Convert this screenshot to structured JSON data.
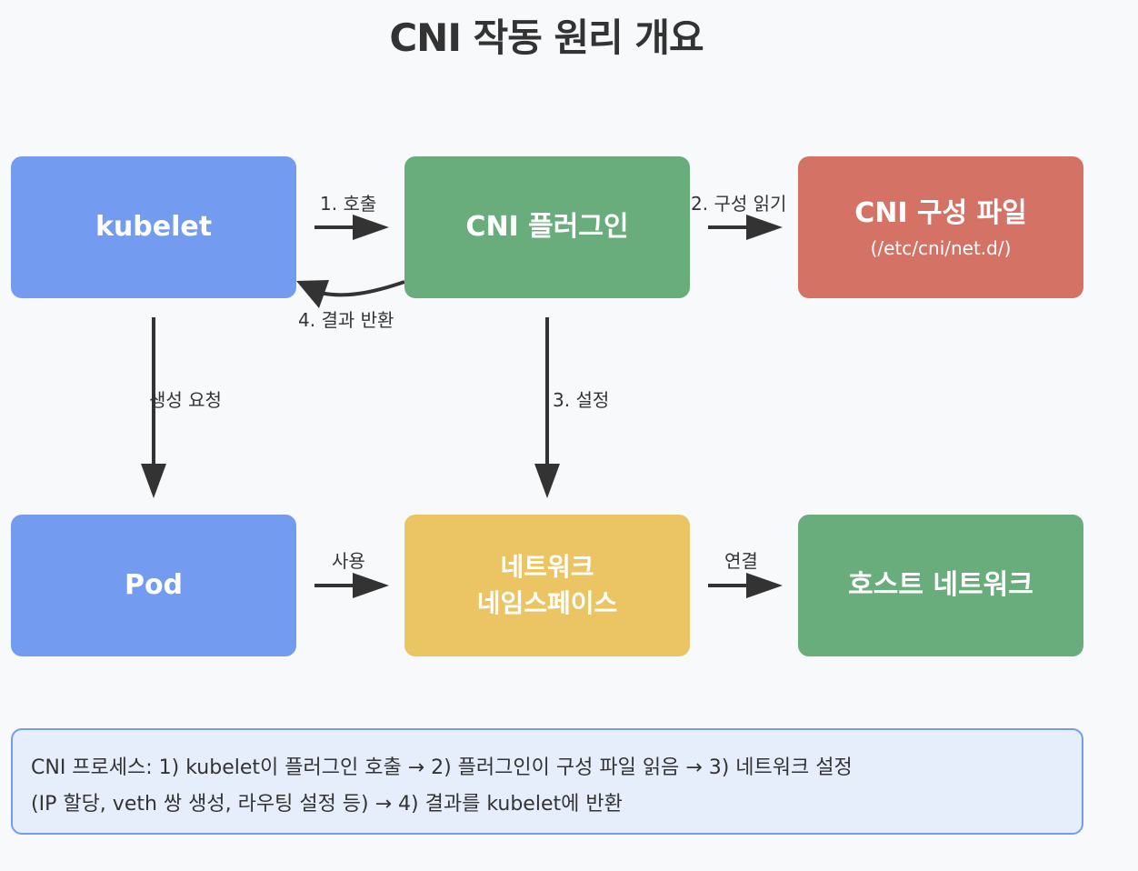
{
  "title": "CNI 작동 원리 개요",
  "colors": {
    "blue": "#739bf0",
    "green": "#68ad7b",
    "red": "#d57266",
    "yellow": "#ebc463",
    "arrow": "#333333",
    "note_bg": "#e6eefc"
  },
  "nodes": {
    "kubelet": {
      "label": "kubelet"
    },
    "cni_plugin": {
      "label": "CNI 플러그인"
    },
    "cni_config": {
      "label": "CNI 구성 파일",
      "path": "(/etc/cni/net.d/)"
    },
    "pod": {
      "label": "Pod"
    },
    "net_namespace": {
      "line1": "네트워크",
      "line2": "네임스페이스"
    },
    "host_network": {
      "label": "호스트 네트워크"
    }
  },
  "edges": {
    "call": "1. 호출",
    "read_config": "2. 구성 읽기",
    "setup": "3. 설정",
    "return_result": "4. 결과 반환",
    "create_request": "생성 요청",
    "use": "사용",
    "connect": "연결"
  },
  "note": {
    "line1": "CNI 프로세스: 1) kubelet이 플러그인 호출 → 2) 플러그인이 구성 파일 읽음 → 3) 네트워크 설정",
    "line2": "(IP 할당, veth 쌍 생성, 라우팅 설정 등) → 4) 결과를 kubelet에 반환"
  }
}
